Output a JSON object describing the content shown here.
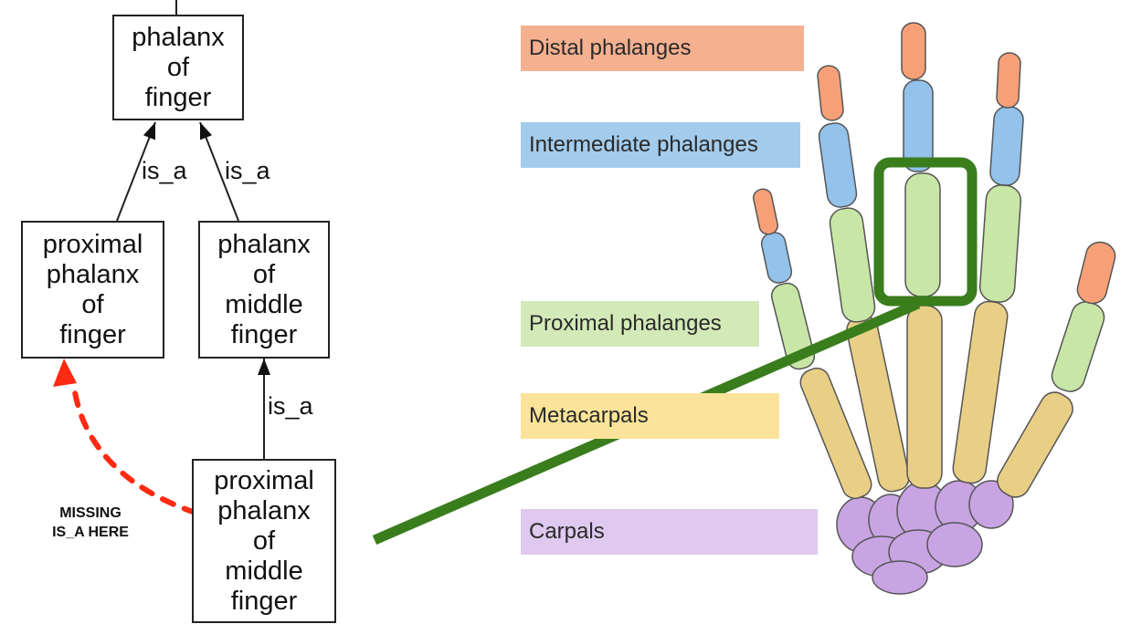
{
  "ontology": {
    "nodes": [
      {
        "id": "phalanx-of-finger",
        "label": "phalanx\nof\nfinger"
      },
      {
        "id": "proximal-phalanx-of-finger",
        "label": "proximal\nphalanx\nof\nfinger"
      },
      {
        "id": "phalanx-of-middle-finger",
        "label": "phalanx\nof\nmiddle\nfinger"
      },
      {
        "id": "proximal-phalanx-of-middle-finger",
        "label": "proximal\nphalanx\nof\nmiddle\nfinger"
      }
    ],
    "edges": [
      {
        "from": "proximal-phalanx-of-finger",
        "to": "phalanx-of-finger",
        "label": "is_a"
      },
      {
        "from": "phalanx-of-middle-finger",
        "to": "phalanx-of-finger",
        "label": "is_a"
      },
      {
        "from": "proximal-phalanx-of-middle-finger",
        "to": "phalanx-of-middle-finger",
        "label": "is_a"
      }
    ],
    "missing_edge": {
      "from": "proximal-phalanx-of-middle-finger",
      "to": "proximal-phalanx-of-finger",
      "note": "MISSING\nIS_A HERE",
      "color": "#ff2a12"
    }
  },
  "anatomy": {
    "legend": [
      {
        "label": "Distal phalanges",
        "color": "#f5b08f"
      },
      {
        "label": "Intermediate phalanges",
        "color": "#a3cbec"
      },
      {
        "label": "Proximal phalanges",
        "color": "#d3eab8"
      },
      {
        "label": "Metacarpals",
        "color": "#fbe49a"
      },
      {
        "label": "Carpals",
        "color": "#dfc9ef"
      }
    ],
    "bone_colors": {
      "distal": "#f7a077",
      "intermediate": "#93c2eb",
      "proximal": "#c8e6a6",
      "metacarpal": "#e9cf86",
      "carpal": "#c9a4e3",
      "outline": "#555555"
    },
    "highlight_color": "#3a7d1d"
  }
}
